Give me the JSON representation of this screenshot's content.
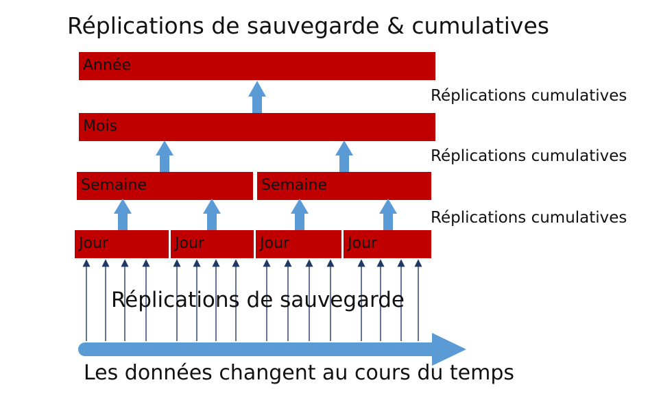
{
  "title": "Réplications de sauvegarde & cumulatives",
  "levels": {
    "year": "Année",
    "month": "Mois",
    "week": [
      "Semaine",
      "Semaine"
    ],
    "day": [
      "Jour",
      "Jour",
      "Jour",
      "Jour"
    ]
  },
  "cumulative_labels": [
    "Réplications cumulatives",
    "Réplications cumulatives",
    "Réplications cumulatives"
  ],
  "backup_label": "Réplications de sauvegarde",
  "timeline_label": "Les données changent au cours du temps",
  "colors": {
    "bar": "#c00000",
    "arrow": "#5b9bd5",
    "thin_arrow": "#1f3864"
  }
}
